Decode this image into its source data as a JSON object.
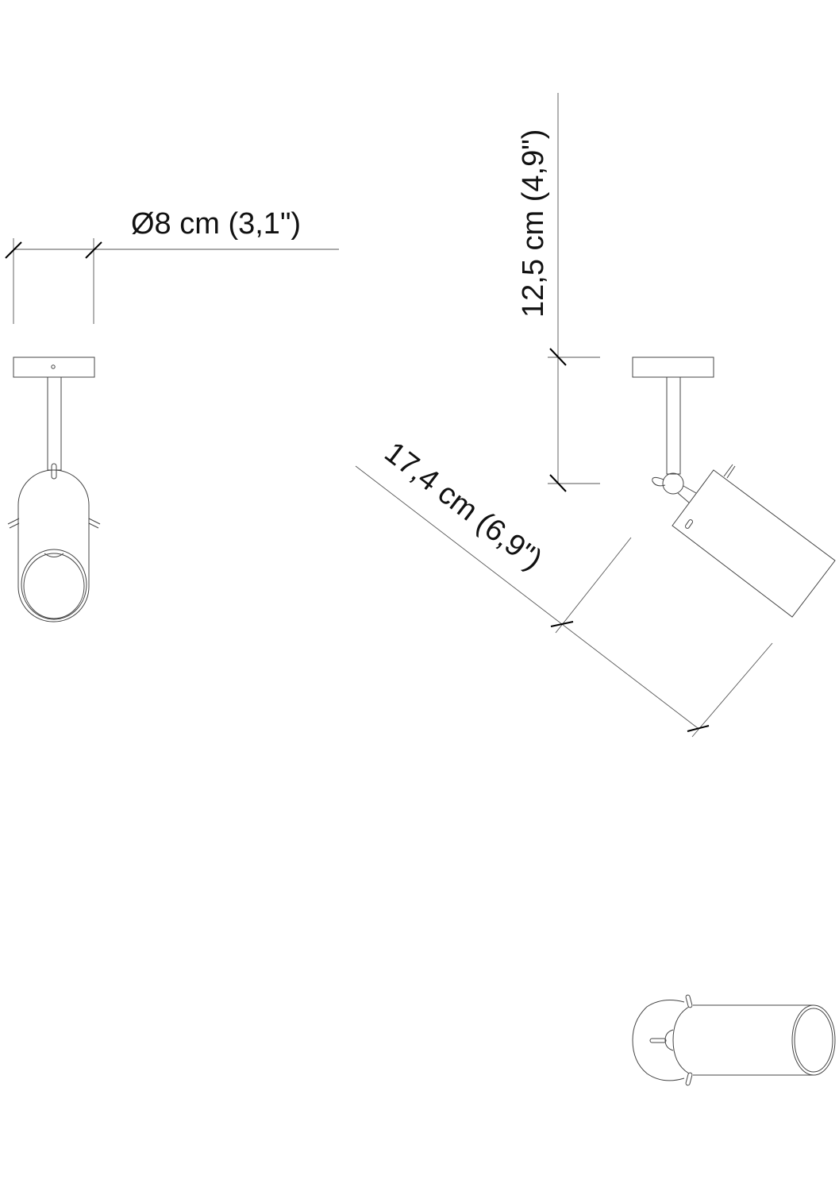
{
  "dimensions": {
    "diameter_label": "Ø8 cm (3,1\")",
    "height_label": "12,5 cm (4,9\")",
    "length_label": "17,4 cm (6,9\")"
  },
  "colors": {
    "line": "#444444",
    "text": "#111111",
    "background": "#ffffff"
  }
}
